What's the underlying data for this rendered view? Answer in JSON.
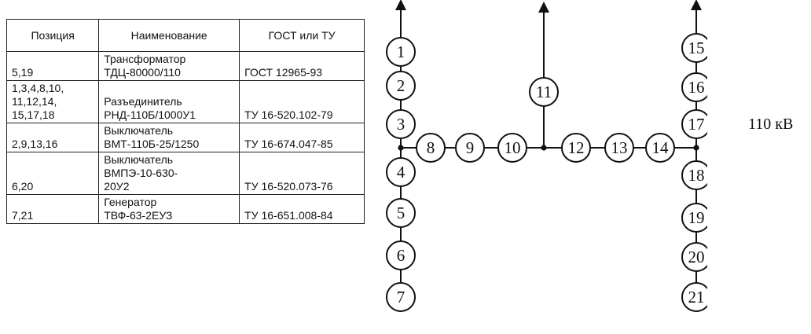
{
  "table": {
    "headers": [
      "Позиция",
      "Наименование",
      "ГОСТ или ТУ"
    ],
    "rows": [
      {
        "position": "5,19",
        "name": "Трансформатор\nТДЦ-80000/110",
        "standard": "ГОСТ 12965-93"
      },
      {
        "position": "1,3,4,8,10,\n11,12,14,\n15,17,18",
        "name": "Разъединитель\nРНД-110Б/1000У1",
        "standard": "ТУ 16-520.102-79"
      },
      {
        "position": "2,9,13,16",
        "name": "Выключатель\nВМТ-110Б-25/1250",
        "standard": "ТУ 16-674.047-85"
      },
      {
        "position": "6,20",
        "name": "Выключатель\nВМПЭ-10-630-\n20У2",
        "standard": "ТУ 16-520.073-76"
      },
      {
        "position": "7,21",
        "name": "Генератор\nТВФ-63-2ЕУЗ",
        "standard": "ТУ 16-651.008-84"
      }
    ]
  },
  "diagram": {
    "voltage_label": "110 кВ",
    "nodes": [
      "1",
      "2",
      "3",
      "4",
      "5",
      "6",
      "7",
      "8",
      "9",
      "10",
      "11",
      "12",
      "13",
      "14",
      "15",
      "16",
      "17",
      "18",
      "19",
      "20",
      "21"
    ]
  }
}
